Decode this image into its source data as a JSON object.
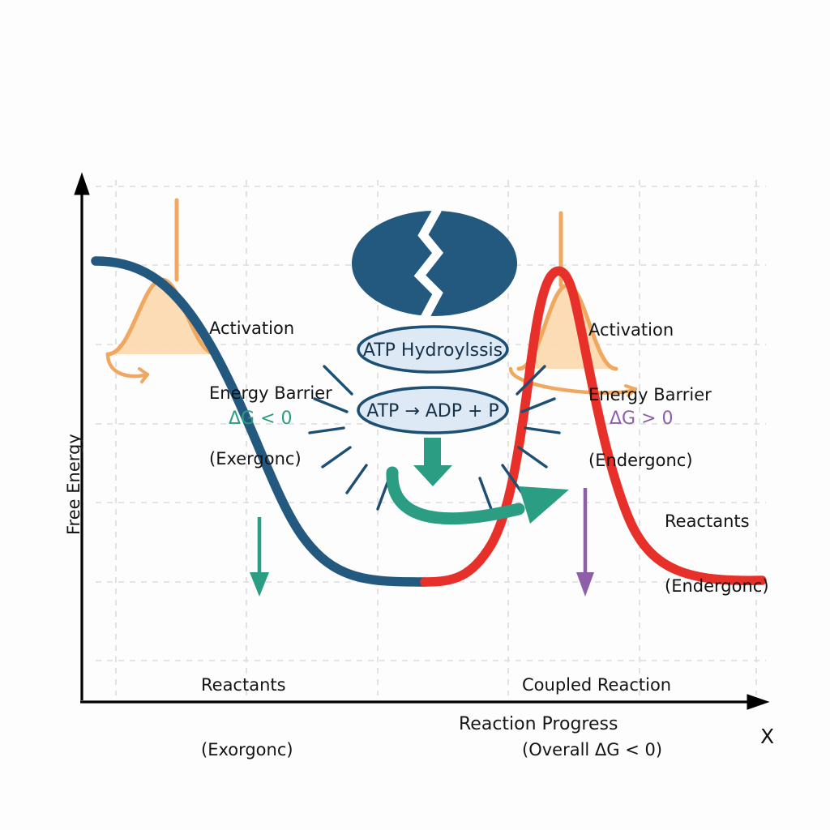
{
  "figure": {
    "background_color": "#fdfdfd",
    "axes": {
      "y_label": "Free Energy",
      "x_label": "Reaction Progress",
      "x_axis_tick": "X",
      "axis_color": "#000000",
      "grid": true,
      "grid_color": "#dddddd",
      "grid_style": "dashed"
    }
  },
  "annotations": {
    "activation_left": {
      "line1": "Activation",
      "line2": "Energy Barrier",
      "line3": "(Exergonc)",
      "color": "#141414"
    },
    "activation_right": {
      "line1": "Activation",
      "line2": "Energy Barrier",
      "line3": "(Endergonc)",
      "color": "#141414"
    },
    "delta_g_negative": {
      "text": "ΔG < 0",
      "color": "#2a9d82"
    },
    "delta_g_positive": {
      "text": "ΔG > 0",
      "color": "#8e5fa8"
    },
    "reactants_exergonic": {
      "line1": "Reactants",
      "line2": "(Exorgonc)",
      "color": "#111111"
    },
    "reactants_endergonic": {
      "line1": "Reactants",
      "line2": "(Endergonc)",
      "color": "#111111"
    },
    "coupled_reaction": {
      "line1": "Coupled Reaction",
      "line2": "(Overall ΔG < 0)",
      "color": "#111111"
    }
  },
  "atp_module": {
    "broken_molecule_label": "broken-atp-molecule",
    "molecule_color": "#23587f",
    "crack_color": "#ffffff",
    "ellipse_top": {
      "text": "ATP Hydroylssis",
      "fill": "#ddeaf6",
      "stroke": "#1d4f73"
    },
    "ellipse_bottom": {
      "text": "ATP → ADP + P",
      "fill": "#ddeaf6",
      "stroke": "#1d4f73"
    },
    "burst_ray_color": "#1d4f73",
    "energy_arrow_color": "#2a9d82"
  },
  "curves": {
    "exergonic": {
      "name": "Exergonic reaction curve",
      "color": "#23587f",
      "width": 11
    },
    "endergonic": {
      "name": "Endergonic / coupled reaction curve",
      "color": "#e8302a",
      "width": 11
    },
    "activation_barrier": {
      "stroke": "#f0a860",
      "fill": "#fbd9ae",
      "stem_color": "#f0a860"
    },
    "coupling_arrow_color": "#2a9d82",
    "down_arrow_exergonic_color": "#2a9d82",
    "down_arrow_endergonic_color": "#8e5fa8"
  },
  "chart_data": {
    "type": "line",
    "title": "",
    "xlabel": "Reaction Progress",
    "ylabel": "Free Energy",
    "xlim": [
      0,
      10
    ],
    "ylim": [
      0,
      10
    ],
    "grid": true,
    "legend": "none",
    "series": [
      {
        "name": "Exergonic reaction (ΔG < 0)",
        "color": "#23587f",
        "x": [
          0.0,
          0.8,
          1.6,
          2.4,
          3.2,
          4.0,
          4.8,
          5.0
        ],
        "y": [
          8.55,
          8.25,
          7.4,
          6.0,
          4.5,
          3.4,
          2.85,
          2.7
        ]
      },
      {
        "name": "Coupled endergonic reaction (ΔG > 0)",
        "color": "#e8302a",
        "x": [
          5.0,
          5.5,
          6.0,
          6.4,
          6.7,
          7.0,
          7.6,
          8.3,
          9.0,
          9.6
        ],
        "y": [
          2.7,
          2.75,
          3.6,
          5.6,
          7.6,
          8.5,
          6.0,
          4.2,
          3.2,
          2.75
        ]
      }
    ],
    "activation_barriers": [
      {
        "name": "exergonic-barrier",
        "center_x": 1.55,
        "peak_y": 7.0,
        "base_y": 4.55
      },
      {
        "name": "endergonic-barrier",
        "center_x": 6.6,
        "peak_y": 6.95,
        "base_y": 4.55
      }
    ],
    "markers": [
      {
        "name": "delta-g-negative-arrow",
        "x": 2.45,
        "y_from": 5.05,
        "y_to": 2.95,
        "color": "#2a9d82"
      },
      {
        "name": "delta-g-positive-arrow",
        "x": 7.15,
        "y_from": 4.95,
        "y_to": 2.9,
        "color": "#8e5fa8"
      },
      {
        "name": "energy-transfer-arrow",
        "from_x": 4.4,
        "from_y": 3.85,
        "to_x": 6.55,
        "to_y": 4.45,
        "color": "#2a9d82"
      }
    ]
  }
}
